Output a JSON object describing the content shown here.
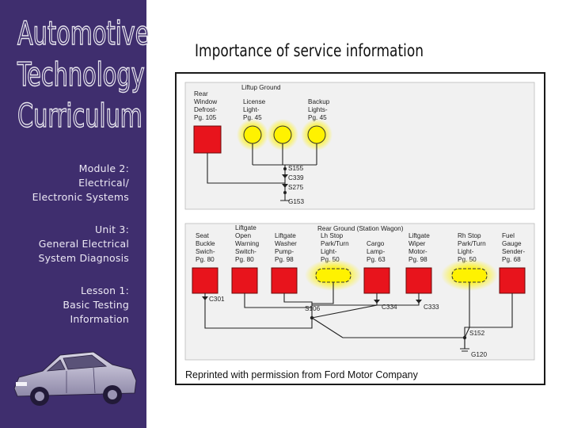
{
  "sidebar": {
    "brand_lines": [
      "Automotive",
      "Technology",
      "Curriculum"
    ],
    "module": [
      "Module 2:",
      "Electrical/",
      "Electronic Systems"
    ],
    "unit": [
      "Unit 3:",
      "General Electrical",
      "System Diagnosis"
    ],
    "lesson": [
      "Lesson 1:",
      "Basic Testing",
      "Information"
    ]
  },
  "slide": {
    "title": "Importance of service information"
  },
  "diagram": {
    "upper": {
      "header": "Liftup Ground",
      "components": [
        [
          "Rear",
          "Window",
          "Defrost-",
          "Pg. 105"
        ],
        [
          "License",
          "Light-",
          "Pg. 45"
        ],
        [
          "Backup",
          "Lights-",
          "Pg. 45"
        ]
      ],
      "connectors": [
        "S155",
        "C339",
        "S275",
        "G153"
      ]
    },
    "lower": {
      "header": "Rear Ground (Station Wagon)",
      "components": [
        [
          "Seat",
          "Buckle",
          "Swich-",
          "Pg. 80"
        ],
        [
          "Liftgate",
          "Open",
          "Warning",
          "Switch-",
          "Pg. 80"
        ],
        [
          "Liftgate",
          "Washer",
          "Pump-",
          "Pg. 98"
        ],
        [
          "Lh Stop",
          "Park/Turn",
          "Light-",
          "Pg. 50"
        ],
        [
          "Cargo",
          "Lamp-",
          "Pg. 63"
        ],
        [
          "Liftgate",
          "Wiper",
          "Motor-",
          "Pg. 98"
        ],
        [
          "Rh Stop",
          "Park/Turn",
          "Light-",
          "Pg. 50"
        ],
        [
          "Fuel",
          "Gauge",
          "Sender-",
          "Pg. 68"
        ]
      ],
      "connectors": [
        "C301",
        "S106",
        "C334",
        "C333",
        "S152",
        "G120"
      ]
    },
    "caption": "Reprinted with permission from Ford Motor Company",
    "colors": {
      "component_red": "#e8141c",
      "lamp_yellow": "#fff200",
      "frame_fill": "#f1f1f1"
    }
  }
}
